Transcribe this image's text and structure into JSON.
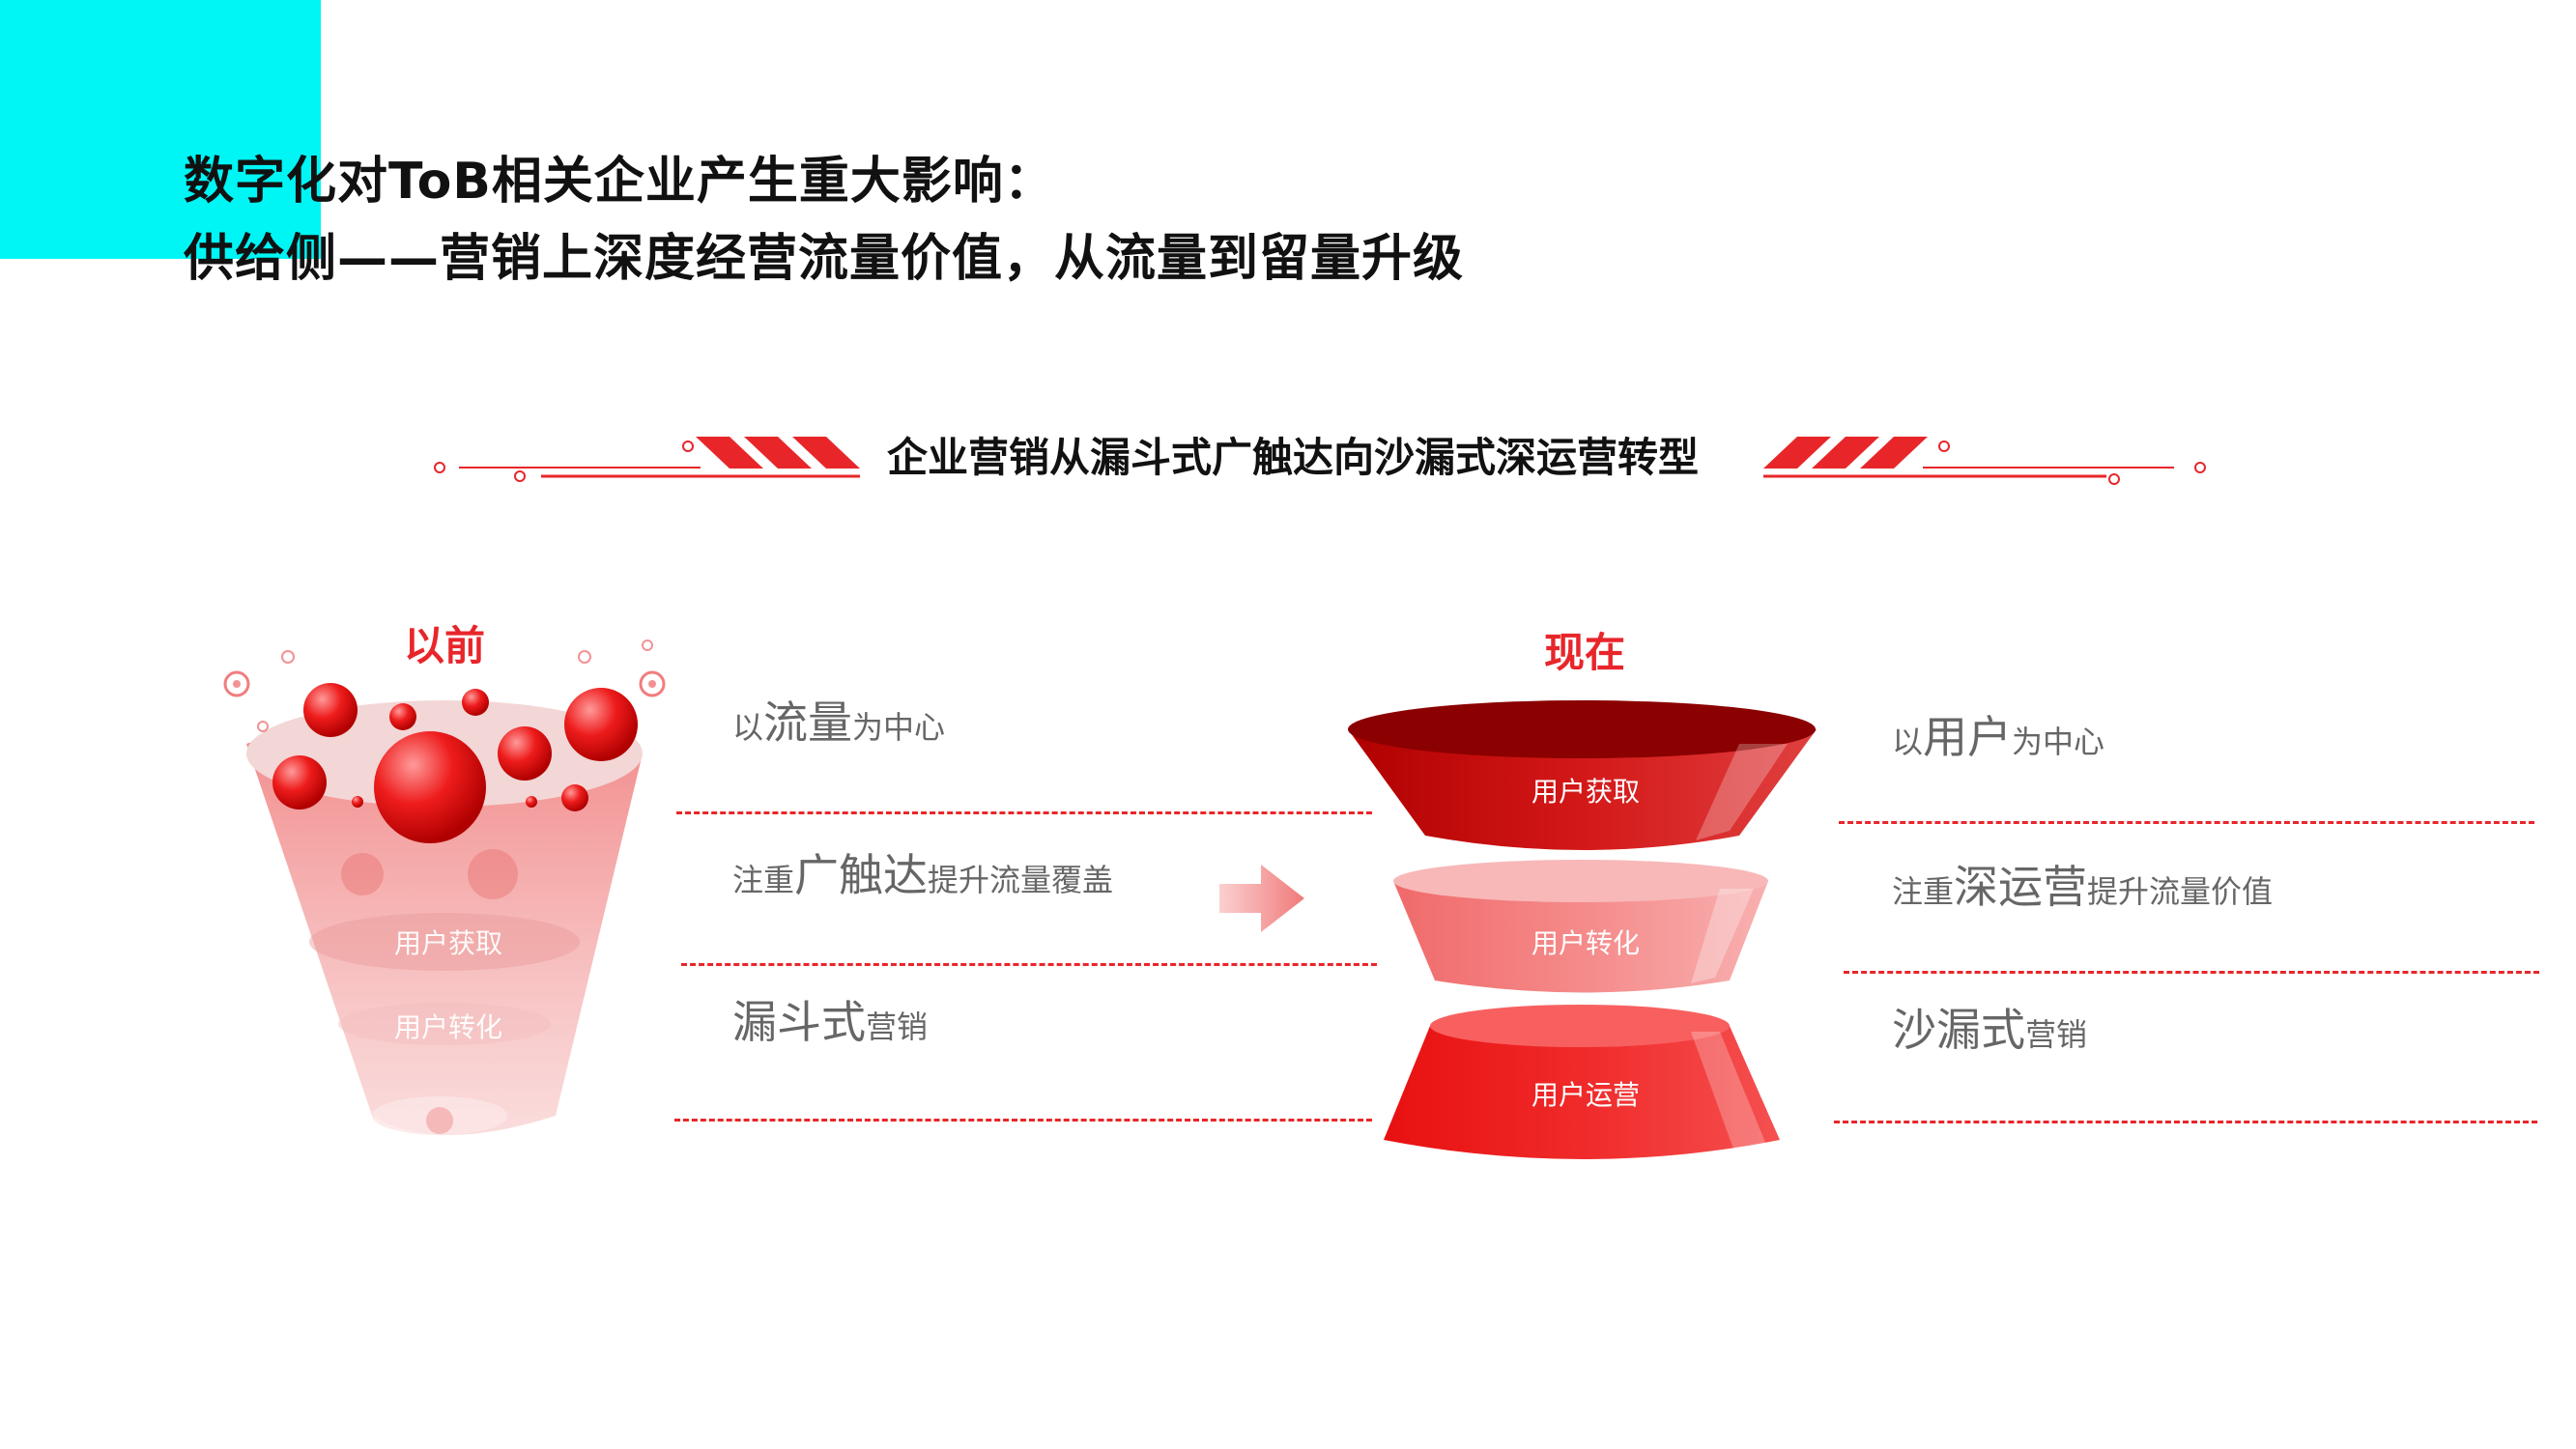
{
  "title": {
    "line1": "数字化对ToB相关企业产生重大影响：",
    "line2": "供给侧——营销上深度经营流量价值，从流量到留量升级"
  },
  "banner": {
    "text": "企业营销从漏斗式广触达向沙漏式深运营转型"
  },
  "before": {
    "label": "以前",
    "funnel_layers": [
      "用户获取",
      "用户转化"
    ],
    "rows": [
      {
        "pre": "以",
        "big": "流量",
        "post": "为中心"
      },
      {
        "pre": "注重",
        "big": "广触达",
        "post": "提升流量覆盖"
      },
      {
        "pre": "",
        "big": "漏斗式",
        "post": "营销"
      }
    ]
  },
  "after": {
    "label": "现在",
    "hourglass_layers": [
      "用户获取",
      "用户转化",
      "用户运营"
    ],
    "rows": [
      {
        "pre": "以",
        "big": "用户",
        "post": "为中心"
      },
      {
        "pre": "注重",
        "big": "深运营",
        "post": "提升流量价值"
      },
      {
        "pre": "",
        "big": "沙漏式",
        "post": "营销"
      }
    ]
  },
  "colors": {
    "accent": "#e8262a",
    "corner": "#00f5f5",
    "dark_red": "#8b0000"
  },
  "icons": [
    "arrow-right-icon",
    "bubble-icon",
    "stripe-decoration-icon"
  ]
}
